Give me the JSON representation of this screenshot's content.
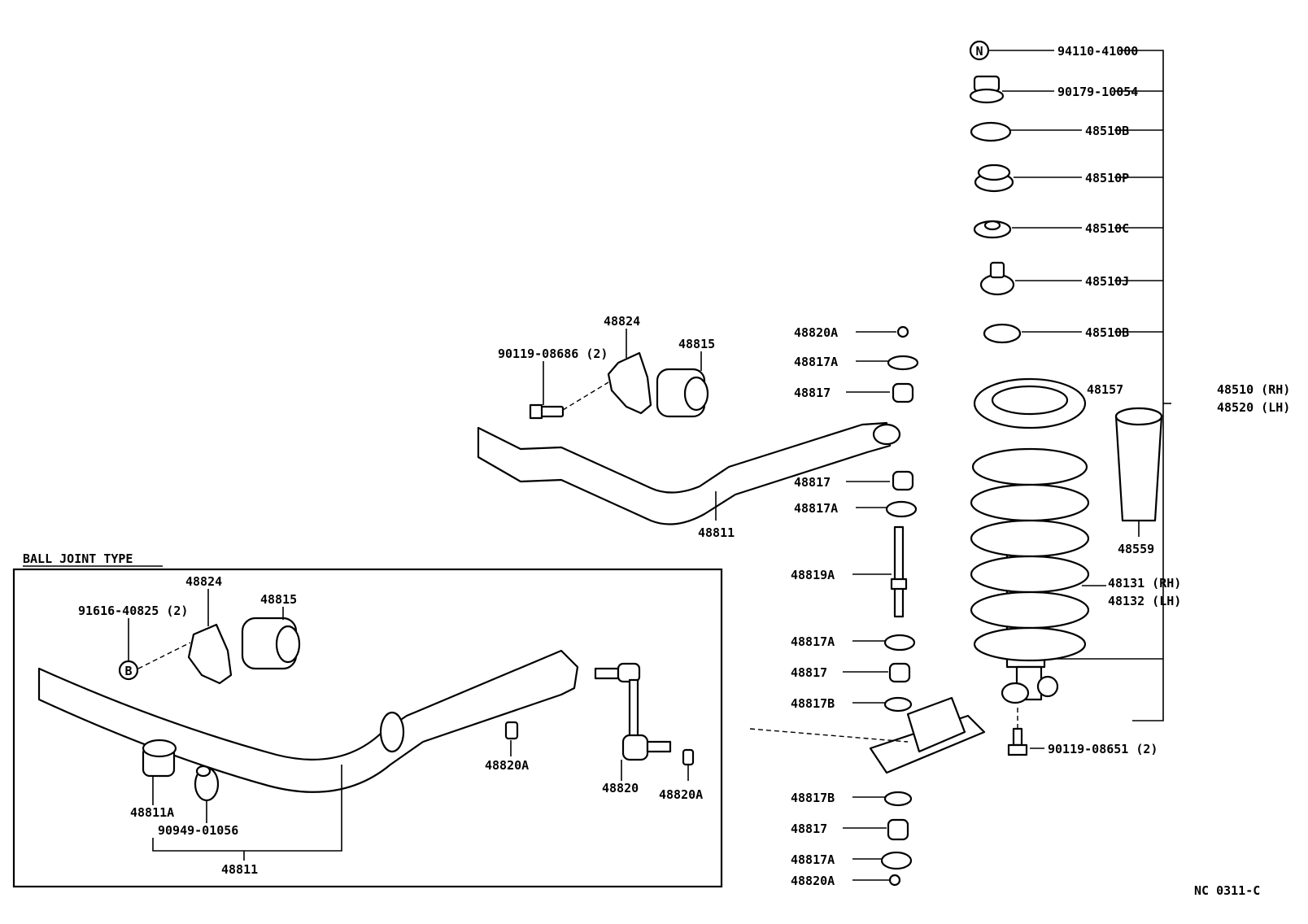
{
  "diagram": {
    "ref_code": "NC 0311-C",
    "inset_title": "BALL JOINT TYPE"
  },
  "labels": {
    "p94110_41000": "94110-41000",
    "p90179_10054": "90179-10054",
    "p48510b_top": "48510B",
    "p48510p": "48510P",
    "p48510c": "48510C",
    "p48510j": "48510J",
    "p48510b_mid": "48510B",
    "p48157": "48157",
    "p48510_rh": "48510 (RH)",
    "p48520_lh": "48520 (LH)",
    "p48559": "48559",
    "p48131_rh": "48131 (RH)",
    "p48132_lh": "48132 (LH)",
    "p90119_08651": "90119-08651 (2)",
    "p48820a_1": "48820A",
    "p48817a_1": "48817A",
    "p48817_1": "48817",
    "p48817_2": "48817",
    "p48817a_2": "48817A",
    "p48819a": "48819A",
    "p48817a_3": "48817A",
    "p48817_3": "48817",
    "p48817b_1": "48817B",
    "p48817b_2": "48817B",
    "p48817_4": "48817",
    "p48817a_4": "48817A",
    "p48820a_2": "48820A",
    "p48824_top": "48824",
    "p48815_top": "48815",
    "p90119_08686": "90119-08686 (2)",
    "p48811_top": "48811",
    "p48824_inset": "48824",
    "p48815_inset": "48815",
    "p91616_40825": "91616-40825 (2)",
    "b_marker": "B",
    "n_marker": "N",
    "p48811a": "48811A",
    "p90949_01056": "90949-01056",
    "p48811_inset": "48811",
    "p48820a_inset1": "48820A",
    "p48820": "48820",
    "p48820a_inset2": "48820A"
  }
}
